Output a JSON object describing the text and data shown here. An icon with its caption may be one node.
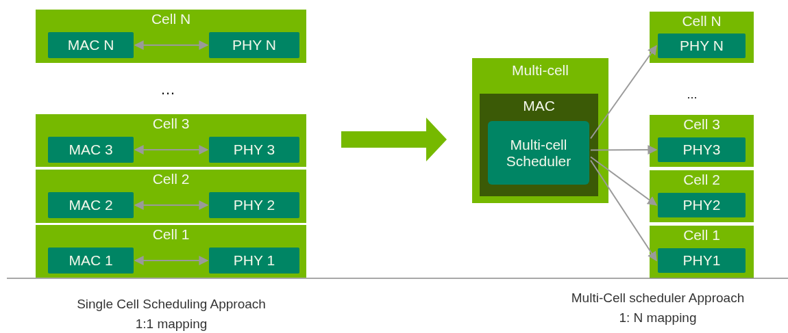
{
  "diagram": {
    "nodes": [
      {
        "text": [
          "Cell N"
        ]
      },
      {
        "text": [
          "MAC N"
        ],
        "in": 0
      },
      {
        "text": [
          "PHY N"
        ],
        "in": 0
      },
      {
        "text": [
          "Cell 3"
        ]
      },
      {
        "text": [
          "MAC 3"
        ],
        "in": 3
      },
      {
        "text": [
          "PHY 3"
        ],
        "in": 3
      },
      {
        "text": [
          "Cell 2"
        ]
      },
      {
        "text": [
          "MAC 2"
        ],
        "in": 6
      },
      {
        "text": [
          "PHY 2"
        ],
        "in": 6
      },
      {
        "text": [
          "Cell 1"
        ]
      },
      {
        "text": [
          "MAC 1"
        ],
        "in": 9
      },
      {
        "text": [
          "PHY 1"
        ],
        "in": 9
      },
      {
        "text": [
          "Multi-cell"
        ]
      },
      {
        "text": [
          "MAC"
        ],
        "in": 12
      },
      {
        "text": [
          "Multi-cell Scheduler"
        ],
        "in": 13
      },
      {
        "text": [
          "Cell N"
        ]
      },
      {
        "text": [
          "PHY N"
        ],
        "in": 15
      },
      {
        "text": [
          "Cell 3"
        ]
      },
      {
        "text": [
          "PHY3"
        ],
        "in": 17
      },
      {
        "text": [
          "Cell 2"
        ]
      },
      {
        "text": [
          "PHY2"
        ],
        "in": 19
      },
      {
        "text": [
          "Cell 1"
        ]
      },
      {
        "text": [
          "PHY1"
        ],
        "in": 21
      }
    ],
    "edges": [
      {
        "from": 1,
        "to": 2,
        "arrow": "both"
      },
      {
        "from": 4,
        "to": 5,
        "arrow": "both"
      },
      {
        "from": 7,
        "to": 8,
        "arrow": "both"
      },
      {
        "from": 10,
        "to": 11,
        "arrow": "both"
      },
      {
        "from": 14,
        "to": 16,
        "arrow": "to"
      },
      {
        "from": 14,
        "to": 18,
        "arrow": "to"
      },
      {
        "from": 14,
        "to": 20,
        "arrow": "to"
      },
      {
        "from": 14,
        "to": 22,
        "arrow": "to"
      }
    ],
    "labels": [
      "…",
      "...",
      "Single Cell Scheduling Approach",
      "1:1 mapping",
      "Multi-Cell scheduler Approach",
      "1: N mapping"
    ]
  }
}
